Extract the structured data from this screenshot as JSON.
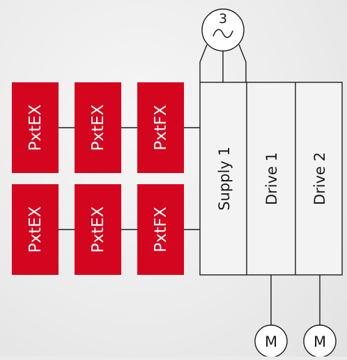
{
  "colors": {
    "module_fill": "#d4051e",
    "module_text": "#ffffff",
    "line": "#1a1a1a",
    "cabinet_fill": "#f3f3f3",
    "symbol_fill": "#ffffff"
  },
  "supply_source": {
    "phases": "3",
    "symbol": "ac-wave-icon"
  },
  "module_rows": [
    {
      "modules": [
        {
          "label": "PxtEX"
        },
        {
          "label": "PxtEX"
        },
        {
          "label": "PxtFX"
        }
      ]
    },
    {
      "modules": [
        {
          "label": "PxtEX"
        },
        {
          "label": "PxtEX"
        },
        {
          "label": "PxtFX"
        }
      ]
    }
  ],
  "cabinet": {
    "sections": [
      {
        "label": "Supply 1"
      },
      {
        "label": "Drive 1"
      },
      {
        "label": "Drive 2"
      }
    ]
  },
  "motors": [
    {
      "label": "M"
    },
    {
      "label": "M"
    }
  ]
}
